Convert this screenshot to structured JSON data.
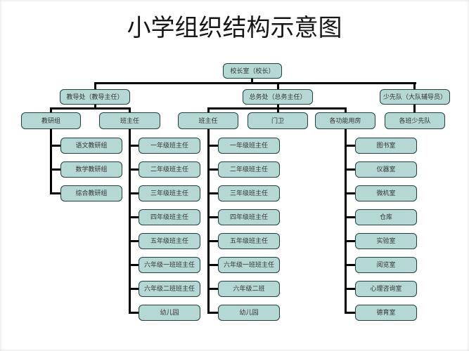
{
  "title": "小学组织结构示意图",
  "colors": {
    "box_fill": "#b5d8d4",
    "box_border": "#21403f",
    "box_text": "#333333",
    "line": "#000000"
  },
  "chart": {
    "root": {
      "label": "校长室（校长）"
    },
    "level2": [
      {
        "label": "教导处（教导主任）"
      },
      {
        "label": "总务处（总务主任）"
      },
      {
        "label": "少先队（大队辅导员）"
      }
    ],
    "level3": [
      {
        "label": "教研组"
      },
      {
        "label": "班主任"
      },
      {
        "label": "班主任"
      },
      {
        "label": "门卫"
      },
      {
        "label": "各功能用房"
      },
      {
        "label": "各班少先队"
      }
    ],
    "columns": {
      "research": [
        "语文教研组",
        "数学教研组",
        "综合教研组"
      ],
      "teachers1": [
        "一年级班主任",
        "二年级班主任",
        "三年级班主任",
        "四年级班主任",
        "五年级班主任",
        "六年级一班班主任",
        "六年级二班班主任",
        "幼儿园"
      ],
      "teachers2": [
        "一年级班主任",
        "二年级班主任",
        "三年级班主任",
        "四年级班主任",
        "五年级班主任",
        "六年级一班班主任",
        "六年级二班",
        "幼儿园"
      ],
      "rooms": [
        "图书室",
        "仪器室",
        "微机室",
        "仓库",
        "实验室",
        "阅览室",
        "心理咨询室",
        "德育室"
      ]
    }
  }
}
